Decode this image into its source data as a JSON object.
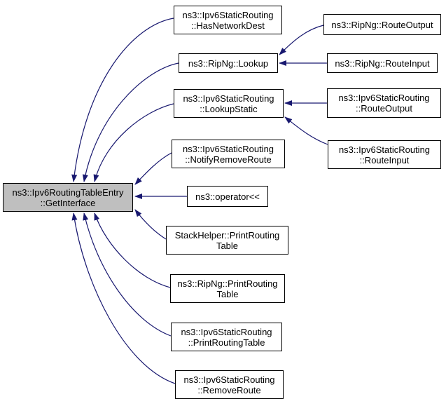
{
  "diagram": {
    "kind": "doxygen-caller-graph",
    "colors": {
      "edge": "#191970",
      "node_border": "#000000",
      "node_fill": "#ffffff",
      "main_node_fill": "#bfbfbf",
      "background": "#ffffff",
      "text": "#000000"
    }
  },
  "nodes": {
    "main": {
      "line1": "ns3::Ipv6RoutingTableEntry",
      "line2": "::GetInterface"
    },
    "has_network_dest": {
      "line1": "ns3::Ipv6StaticRouting",
      "line2": "::HasNetworkDest"
    },
    "ripng_lookup": {
      "line1": "ns3::RipNg::Lookup"
    },
    "lookup_static": {
      "line1": "ns3::Ipv6StaticRouting",
      "line2": "::LookupStatic"
    },
    "notify_remove_route": {
      "line1": "ns3::Ipv6StaticRouting",
      "line2": "::NotifyRemoveRoute"
    },
    "operator_stream": {
      "line1": "ns3::operator<<"
    },
    "stackhelper_print_routing_table": {
      "line1": "StackHelper::PrintRouting",
      "line2": "Table"
    },
    "ripng_print_routing_table": {
      "line1": "ns3::RipNg::PrintRouting",
      "line2": "Table"
    },
    "static_print_routing_table": {
      "line1": "ns3::Ipv6StaticRouting",
      "line2": "::PrintRoutingTable"
    },
    "static_remove_route": {
      "line1": "ns3::Ipv6StaticRouting",
      "line2": "::RemoveRoute"
    },
    "ripng_route_output": {
      "line1": "ns3::RipNg::RouteOutput"
    },
    "ripng_route_input": {
      "line1": "ns3::RipNg::RouteInput"
    },
    "static_route_output": {
      "line1": "ns3::Ipv6StaticRouting",
      "line2": "::RouteOutput"
    },
    "static_route_input": {
      "line1": "ns3::Ipv6StaticRouting",
      "line2": "::RouteInput"
    }
  },
  "edges": [
    {
      "from": "has_network_dest",
      "to": "main"
    },
    {
      "from": "ripng_lookup",
      "to": "main"
    },
    {
      "from": "lookup_static",
      "to": "main"
    },
    {
      "from": "notify_remove_route",
      "to": "main"
    },
    {
      "from": "operator_stream",
      "to": "main"
    },
    {
      "from": "stackhelper_print_routing_table",
      "to": "main"
    },
    {
      "from": "ripng_print_routing_table",
      "to": "main"
    },
    {
      "from": "static_print_routing_table",
      "to": "main"
    },
    {
      "from": "static_remove_route",
      "to": "main"
    },
    {
      "from": "ripng_route_output",
      "to": "ripng_lookup"
    },
    {
      "from": "ripng_route_input",
      "to": "ripng_lookup"
    },
    {
      "from": "static_route_output",
      "to": "lookup_static"
    },
    {
      "from": "static_route_input",
      "to": "lookup_static"
    }
  ]
}
